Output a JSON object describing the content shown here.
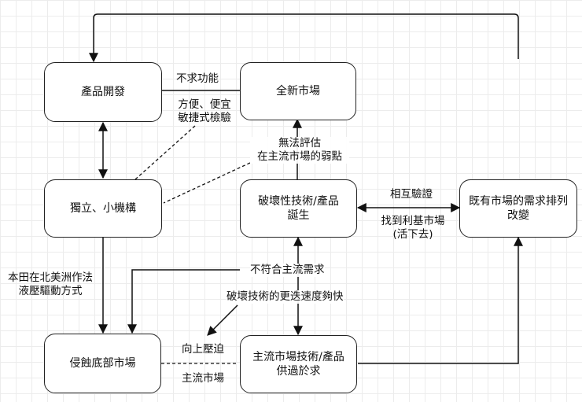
{
  "nodes": {
    "product_dev": "產品開發",
    "new_market": "全新市場",
    "small_org": "獨立、小機構",
    "disruptive_tech": "破壞性技術/產品\n誕生",
    "existing_needs": "既有市場的需求排列\n改變",
    "low_end": "侵蝕底部市場",
    "mainstream_tech": "主流市場技術/產品\n供過於求"
  },
  "labels": {
    "no_function": "不求功能",
    "convenient": "方便、便宜\n敏捷式檢驗",
    "cannot_evaluate": "無法評估\n在主流市場的弱點",
    "mutual_verify": "相互驗證",
    "find_profit": "找到利基市場\n(活下去)",
    "honda": "本田在北美洲作法\n液壓驅動方式",
    "not_meet": "不符合主流需求",
    "faster": "破壞技術的更迭速度夠快",
    "upward": "向上壓迫",
    "mainstream_market": "主流市場"
  }
}
